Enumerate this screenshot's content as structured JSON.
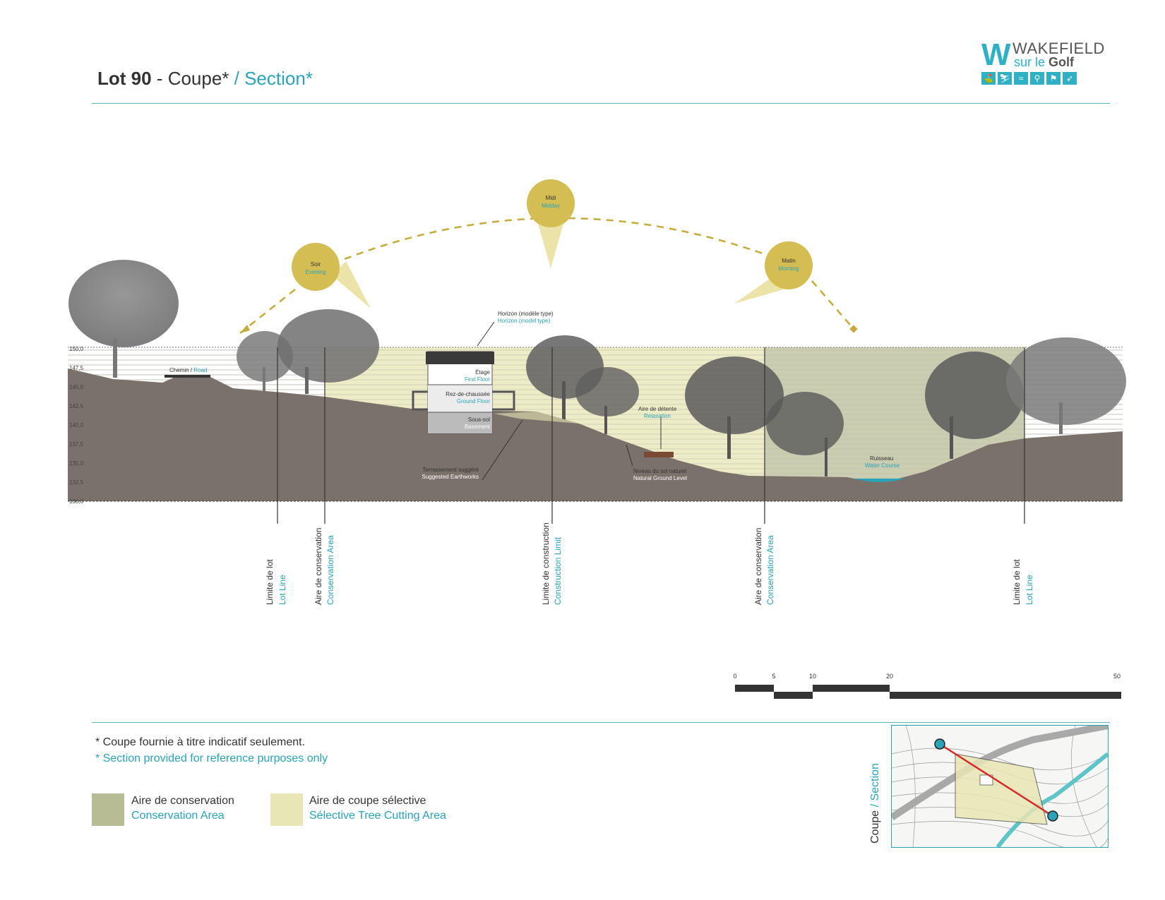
{
  "header": {
    "lot": "Lot 90",
    "sep": " - ",
    "coupe": "Coupe*",
    "section": " / Section*"
  },
  "logo": {
    "name": "WAKEFIELD",
    "sub_fr": "sur le ",
    "sub_golf": "Golf"
  },
  "elevations": [
    "150,0",
    "147,5",
    "145,0",
    "142,5",
    "140,0",
    "137,5",
    "135,0",
    "132,5",
    "130,0"
  ],
  "sun": {
    "evening": {
      "fr": "Soir",
      "en": "Evening"
    },
    "midday": {
      "fr": "Midi",
      "en": "Midday"
    },
    "morning": {
      "fr": "Matin",
      "en": "Morning"
    }
  },
  "labels": {
    "road": {
      "fr": "Chemin / ",
      "en": "Road"
    },
    "horizon": {
      "fr": "Horizon (modèle type)",
      "en": "Horizon (model type)"
    },
    "first_floor": {
      "fr": "Étage",
      "en": "First Floor"
    },
    "ground_floor": {
      "fr": "Rez-de-chaussée",
      "en": "Ground Floor"
    },
    "basement": {
      "fr": "Sous-sol",
      "en": "Basement"
    },
    "earthworks": {
      "fr": "Terrassement suggéré",
      "en": "Suggested Earthworks"
    },
    "relax": {
      "fr": "Aire de détente",
      "en": "Relaxation"
    },
    "natural": {
      "fr": "Niveau du sol naturel",
      "en": "Natural Ground Level"
    },
    "stream": {
      "fr": "Ruisseau",
      "en": "Water Course"
    }
  },
  "limits": {
    "lot_fr": "Limite de lot",
    "lot_en": "Lot Line",
    "cons_fr": "Aire de conservation",
    "cons_en": "Conservation Area",
    "constr_fr": "Limite de construction",
    "constr_en": "Construction Limit"
  },
  "scale": [
    "0",
    "5",
    "10",
    "20",
    "50"
  ],
  "notes": {
    "fr": "* Coupe fournie à titre indicatif seulement.",
    "en": "* Section provided for reference purposes only"
  },
  "legend": [
    {
      "fr": "Aire de conservation",
      "en": "Conservation Area",
      "color": "#b8bc94"
    },
    {
      "fr": "Aire de coupe sélective",
      "en": "Sélective Tree Cutting Area",
      "color": "#e8e6b4"
    }
  ],
  "key_plan": {
    "fr": "Coupe",
    "en": " / Section"
  },
  "colors": {
    "accent": "#2aa3b8",
    "ground": "#7b716b",
    "sun": "#d4bd52"
  }
}
